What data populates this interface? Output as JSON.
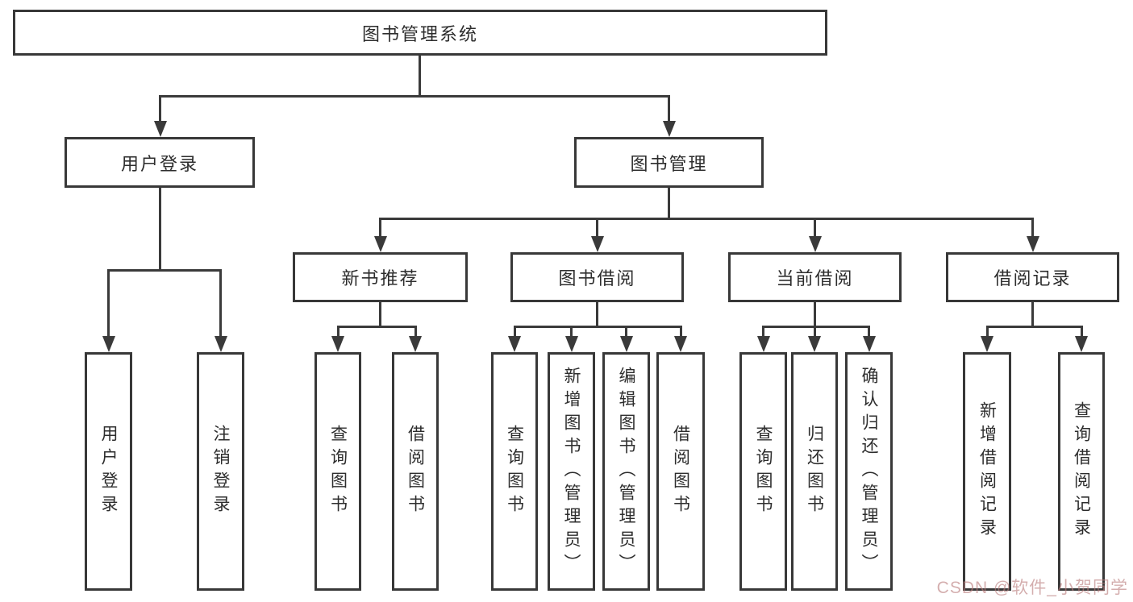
{
  "diagram": {
    "root": {
      "label": "图书管理系统"
    },
    "level2": [
      {
        "label": "用户登录"
      },
      {
        "label": "图书管理"
      }
    ],
    "level3": [
      {
        "label": "新书推荐"
      },
      {
        "label": "图书借阅"
      },
      {
        "label": "当前借阅"
      },
      {
        "label": "借阅记录"
      }
    ],
    "leaves": {
      "user_login": [
        {
          "label": "用户登录"
        },
        {
          "label": "注销登录"
        }
      ],
      "new_book_recommendation": [
        {
          "label": "查询图书"
        },
        {
          "label": "借阅图书"
        }
      ],
      "book_borrowing": [
        {
          "label": "查询图书"
        },
        {
          "label": "新增图书（管理员）"
        },
        {
          "label": "编辑图书（管理员）"
        },
        {
          "label": "借阅图书"
        }
      ],
      "current_borrowing": [
        {
          "label": "查询图书"
        },
        {
          "label": "归还图书"
        },
        {
          "label": "确认归还（管理员）"
        }
      ],
      "borrowing_records": [
        {
          "label": "新增借阅记录"
        },
        {
          "label": "查询借阅记录"
        }
      ]
    }
  },
  "colors": {
    "line": "#3a3a3a",
    "border": "#383838",
    "text": "#2d2d2d",
    "background": "#ffffff",
    "watermark": "#b97d7d"
  },
  "watermark": {
    "text": "CSDN @软件_小贺同学"
  }
}
